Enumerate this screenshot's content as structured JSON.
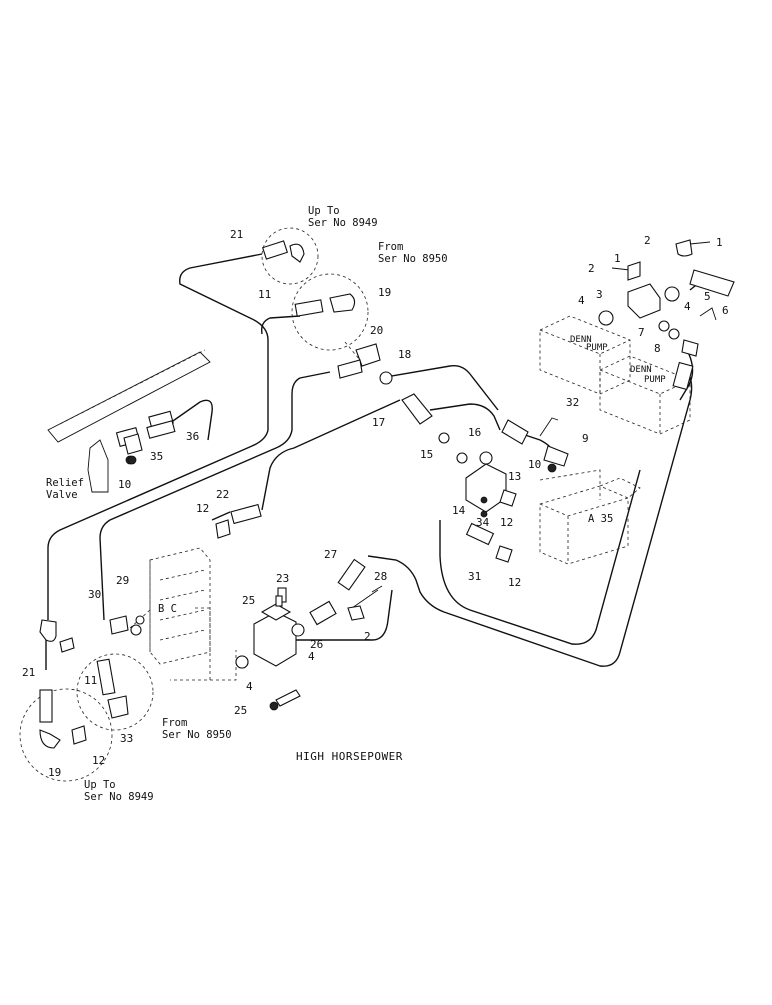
{
  "title": "HIGH HORSEPOWER",
  "notes": {
    "up_to_top": [
      "Up To",
      "Ser No 8949"
    ],
    "from_top": [
      "From",
      "Ser No 8950"
    ],
    "from_bottom": [
      "From",
      "Ser No 8950"
    ],
    "up_to_bottom": [
      "Up To",
      "Ser No 8949"
    ],
    "relief_valve": [
      "Relief",
      "Valve"
    ],
    "pump_upper": [
      "DENN",
      "PUMP"
    ],
    "pump_lower": [
      "DENN",
      "PUMP"
    ],
    "valve_bank": "B C",
    "motor_label": "A 35"
  },
  "callouts": [
    "1",
    "2",
    "1",
    "2",
    "3",
    "4",
    "4",
    "5",
    "6",
    "7",
    "8",
    "21",
    "11",
    "19",
    "20",
    "18",
    "17",
    "36",
    "35",
    "10",
    "16",
    "15",
    "13",
    "32",
    "9",
    "10",
    "14",
    "34",
    "12",
    "22",
    "12",
    "27",
    "23",
    "28",
    "25",
    "26",
    "2",
    "4",
    "31",
    "12",
    "29",
    "30",
    "21",
    "11",
    "33",
    "12",
    "19",
    "4",
    "25"
  ]
}
